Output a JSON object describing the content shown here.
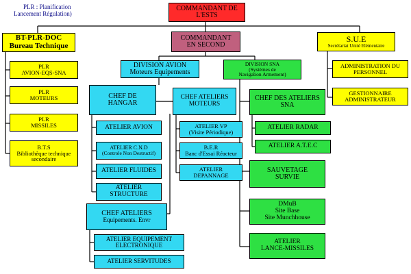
{
  "note": {
    "line1": "PLR : Planification",
    "line2": "Lancement Régulation)"
  },
  "commandant": {
    "line1": "COMMANDANT DE",
    "line2": "L'ESTS"
  },
  "second": {
    "line1": "COMMANDANT",
    "line2": "EN SECOND"
  },
  "bt": {
    "line1": "BT-PLR-DOC",
    "line2": "Bureau Technique"
  },
  "sue": {
    "line1": "S.U.E",
    "line2": "Secrétariat Unité Elémentaire"
  },
  "plr_avion": {
    "line1": "PLR",
    "line2": "AVION-EQS-SNA"
  },
  "plr_moteurs": {
    "line1": "PLR",
    "line2": "MOTEURS"
  },
  "plr_missiles": {
    "line1": "PLR",
    "line2": "MISSILES"
  },
  "bts": {
    "line1": "B.T.S",
    "line2": "Bibliothèque technique",
    "line3": "secondaire"
  },
  "admin_perso": {
    "line1": "ADMINISTRATION DU",
    "line2": "PERSONNEL"
  },
  "gestionnaire": {
    "line1": "GESTIONNAIRE",
    "line2": "ADMINISTRATEUR"
  },
  "div_avion": {
    "line1": "DIVISION AVION",
    "line2": "Moteurs Equipements"
  },
  "div_sna": {
    "line1": "DIVISION SNA",
    "line2": "(Systèmes de",
    "line3": "Navigation Armement)"
  },
  "chef_hangar": {
    "line1": "CHEF DE",
    "line2": "HANGAR"
  },
  "chef_moteurs": {
    "line1": "CHEF ATELIERS",
    "line2": "MOTEURS"
  },
  "chef_sna": {
    "line1": "CHEF DES ATELIERS",
    "line2": "SNA"
  },
  "atelier_avion": {
    "line1": "ATELIER AVION"
  },
  "atelier_cnd": {
    "line1": "ATELIER C.N.D",
    "line2": "(Controle Non Destructif)"
  },
  "atelier_fluides": {
    "line1": "ATELIER FLUIDES"
  },
  "atelier_structure": {
    "line1": "ATELIER",
    "line2": "STRUCTURE"
  },
  "atelier_vp": {
    "line1": "ATELIER VP",
    "line2": "(Visite Périodique)"
  },
  "ber": {
    "line1": "B.E.R",
    "line2": "Banc d'Essai Réacteur"
  },
  "atelier_depannage": {
    "line1": "ATELIER",
    "line2": "DEPANNAGE"
  },
  "atelier_radar": {
    "line1": "ATELIER RADAR"
  },
  "atelier_atec": {
    "line1": "ATELIER A.T.E.C"
  },
  "sauvetage": {
    "line1": "SAUVETAGE",
    "line2": "SURVIE"
  },
  "dmub": {
    "line1": "DMuB",
    "line2": "Site Base",
    "line3": "Site Munchhouse"
  },
  "lance_missiles": {
    "line1": "ATELIER",
    "line2": "LANCE-MISSILES"
  },
  "chef_equip": {
    "line1": "CHEF ATELIERS",
    "line2": "Equipements. Envr"
  },
  "atelier_elec": {
    "line1": "ATELIER EQUIPEMENT",
    "line2": "ELECTRONIQUE"
  },
  "atelier_servitudes": {
    "line1": "ATELIER SERVITUDES"
  }
}
